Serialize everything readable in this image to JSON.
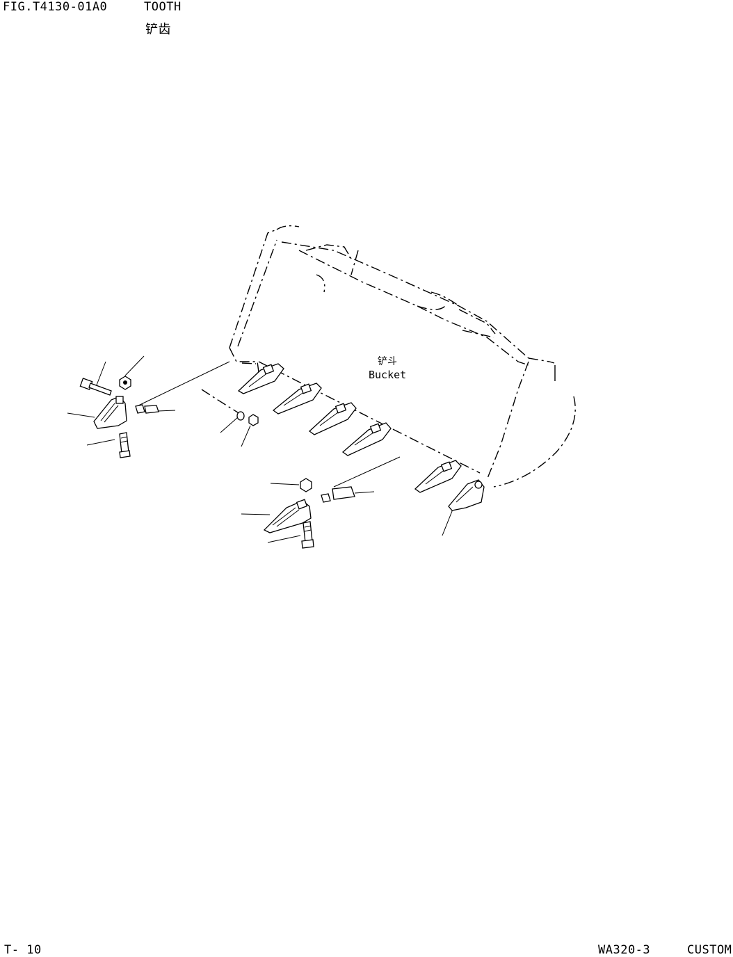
{
  "header": {
    "figure_code": "FIG.T4130-01A0",
    "title": "TOOTH",
    "title_cn": "铲齿"
  },
  "diagram": {
    "bucket_label_cn": "铲斗",
    "bucket_label": "Bucket"
  },
  "footer": {
    "page": "T- 10",
    "model": "WA320-3",
    "edition": "CUSTOM"
  }
}
